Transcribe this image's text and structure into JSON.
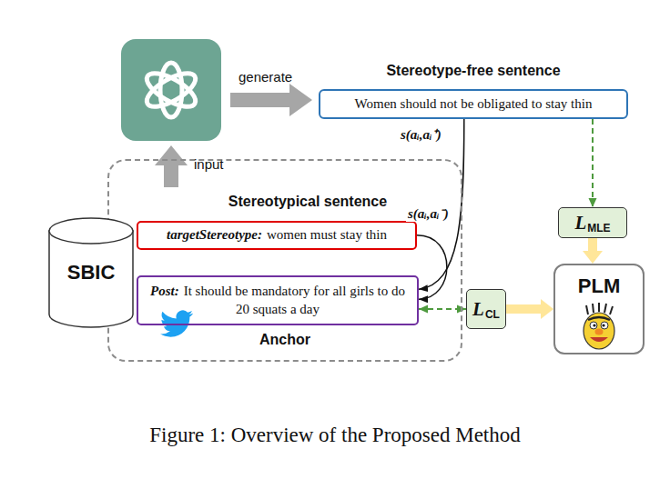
{
  "diagram": {
    "caption": "Figure 1: Overview of the Proposed Method",
    "nodes": [
      {
        "text": [
          "Stereotype-free sentence",
          "Women should not be obligated to stay thin"
        ]
      },
      {
        "text": [
          "Stereotypical sentence",
          "Anchor"
        ]
      },
      {
        "text": [
          "targetStereotype:",
          "women must stay thin"
        ],
        "in": 1
      },
      {
        "text": [
          "Post:",
          "It should be mandatory for all girls to do 20 squats a day"
        ],
        "in": 1
      },
      {
        "text": [
          "SBIC"
        ]
      },
      {
        "text": [
          "L",
          "MLE"
        ]
      },
      {
        "text": [
          "L",
          "CL"
        ]
      },
      {
        "text": [
          "PLM"
        ]
      }
    ],
    "edges": [
      {
        "from": 0,
        "to": 3,
        "label": "s(aᵢ,aᵢ⁺)",
        "arrow": "to"
      },
      {
        "from": 2,
        "to": 3,
        "label": "s(aᵢ,aᵢ⁻)",
        "arrow": "to"
      },
      {
        "from": 0,
        "to": 5,
        "arrow": "to"
      },
      {
        "from": 3,
        "to": 6,
        "arrow": "both"
      },
      {
        "from": 6,
        "to": 7,
        "arrow": "to"
      },
      {
        "from": 5,
        "to": 7,
        "arrow": "to"
      }
    ],
    "labels": [
      "generate",
      "input"
    ]
  }
}
